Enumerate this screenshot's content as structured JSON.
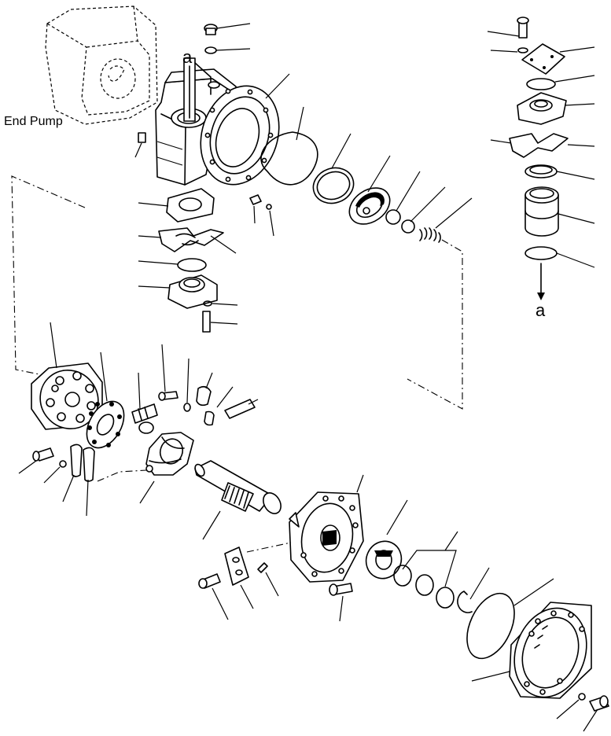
{
  "labels": {
    "end_pump": "End Pump",
    "ref_top": "a",
    "ref_bottom": "a"
  }
}
